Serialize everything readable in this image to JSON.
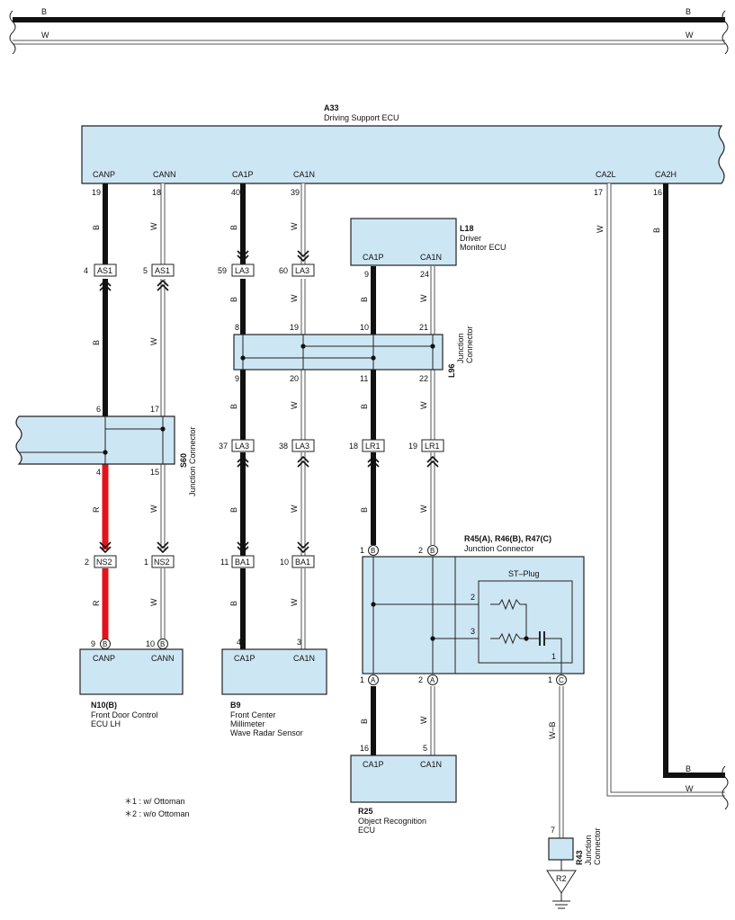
{
  "bus": {
    "top_label": "B",
    "bottom_label": "W"
  },
  "ecu_a33": {
    "code": "A33",
    "name": "Driving Support ECU",
    "pins": [
      {
        "name": "CANP",
        "num": "19"
      },
      {
        "name": "CANN",
        "num": "18"
      },
      {
        "name": "CA1P",
        "num": "40"
      },
      {
        "name": "CA1N",
        "num": "39"
      },
      {
        "name": "CA2L",
        "num": "17"
      },
      {
        "name": "CA2H",
        "num": "16"
      }
    ]
  },
  "ecu_l18": {
    "code": "L18",
    "name_line1": "Driver",
    "name_line2": "Monitor ECU",
    "pin1": "CA1P",
    "pin2": "CA1N",
    "num1": "9",
    "num2": "24"
  },
  "junction_l96": {
    "code": "L96",
    "type_line1": "Junction",
    "type_line2": "Connector",
    "top_pins": [
      "8",
      "19",
      "10",
      "21"
    ],
    "bottom_pins": [
      "9",
      "20",
      "11",
      "22"
    ]
  },
  "junction_s60": {
    "code": "S60",
    "type": "Junction Connector",
    "top_pins": [
      "6",
      "17"
    ],
    "bottom_pins": [
      "4",
      "15"
    ]
  },
  "connectors": [
    {
      "num": "4",
      "label": "AS1"
    },
    {
      "num": "5",
      "label": "AS1"
    },
    {
      "num": "59",
      "label": "LA3"
    },
    {
      "num": "60",
      "label": "LA3"
    },
    {
      "num": "37",
      "label": "LA3"
    },
    {
      "num": "38",
      "label": "LA3"
    },
    {
      "num": "18",
      "label": "LR1"
    },
    {
      "num": "19",
      "label": "LR1"
    },
    {
      "num": "2",
      "label": "NS2"
    },
    {
      "num": "1",
      "label": "NS2"
    },
    {
      "num": "11",
      "label": "BA1"
    },
    {
      "num": "10",
      "label": "BA1"
    }
  ],
  "wire_colors": {
    "black": "B",
    "white": "W",
    "red": "R",
    "white_black": "W–B"
  },
  "ecu_n10": {
    "code": "N10(B)",
    "name_line1": "Front Door Control",
    "name_line2": "ECU LH",
    "pin1": "CANP",
    "pin2": "CANN",
    "num1": "9",
    "num2": "10",
    "badge": "B"
  },
  "ecu_b9": {
    "code": "B9",
    "name_line1": "Front Center",
    "name_line2": "Millimeter",
    "name_line3": "Wave Radar Sensor",
    "pin1": "CA1P",
    "pin2": "CA1N",
    "num1": "4",
    "num2": "3"
  },
  "junction_r45": {
    "code": "R45(A), R46(B), R47(C)",
    "type": "Junction Connector",
    "plug": "ST–Plug",
    "top_nums": [
      "1",
      "2"
    ],
    "bottom_nums": [
      "1",
      "2",
      "1"
    ],
    "badge_b": "B",
    "badge_a": "A",
    "badge_c": "C",
    "inner_nums": [
      "2",
      "3",
      "1"
    ]
  },
  "ecu_r25": {
    "code": "R25",
    "name_line1": "Object Recognition",
    "name_line2": "ECU",
    "pin1": "CA1P",
    "pin2": "CA1N",
    "num1": "16",
    "num2": "5"
  },
  "junction_r43": {
    "code": "R43",
    "type_line1": "Junction",
    "type_line2": "Connector",
    "pin": "7",
    "ground": "R2"
  },
  "notes": [
    "＊1 : w/ Ottoman",
    "＊2 : w/o Ottoman"
  ]
}
